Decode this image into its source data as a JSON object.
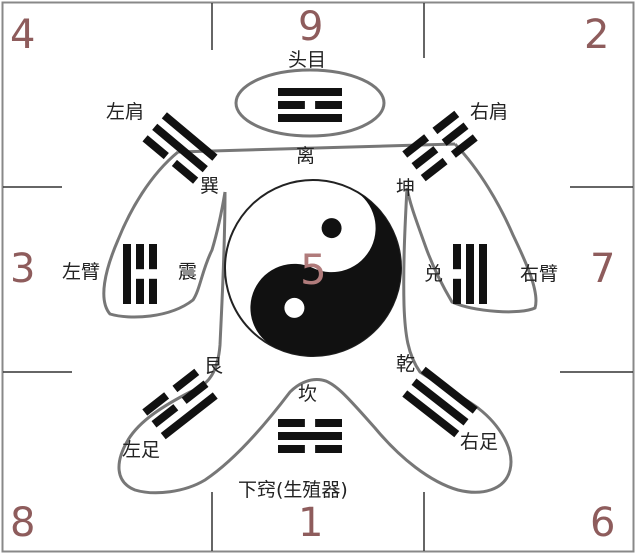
{
  "squares": {
    "top_left": "4",
    "top_center": "9",
    "top_right": "2",
    "mid_left": "3",
    "center": "5",
    "mid_right": "7",
    "bottom_left": "8",
    "bottom_center": "1",
    "bottom_right": "6"
  },
  "body_parts": {
    "head": "头目",
    "left_shoulder": "左肩",
    "right_shoulder": "右肩",
    "left_arm": "左臂",
    "right_arm": "右臂",
    "left_foot": "左足",
    "right_foot": "右足",
    "lower_orifice": "下窍(生殖器)"
  },
  "trigrams": {
    "li": "离",
    "xun": "巽",
    "kun": "坤",
    "zhen": "震",
    "dui": "兑",
    "gen": "艮",
    "qian": "乾",
    "kan": "坎"
  },
  "colors": {
    "number": "#8e5c5c",
    "outline": "#777777",
    "grid": "#333333",
    "trigram": "#111111"
  }
}
